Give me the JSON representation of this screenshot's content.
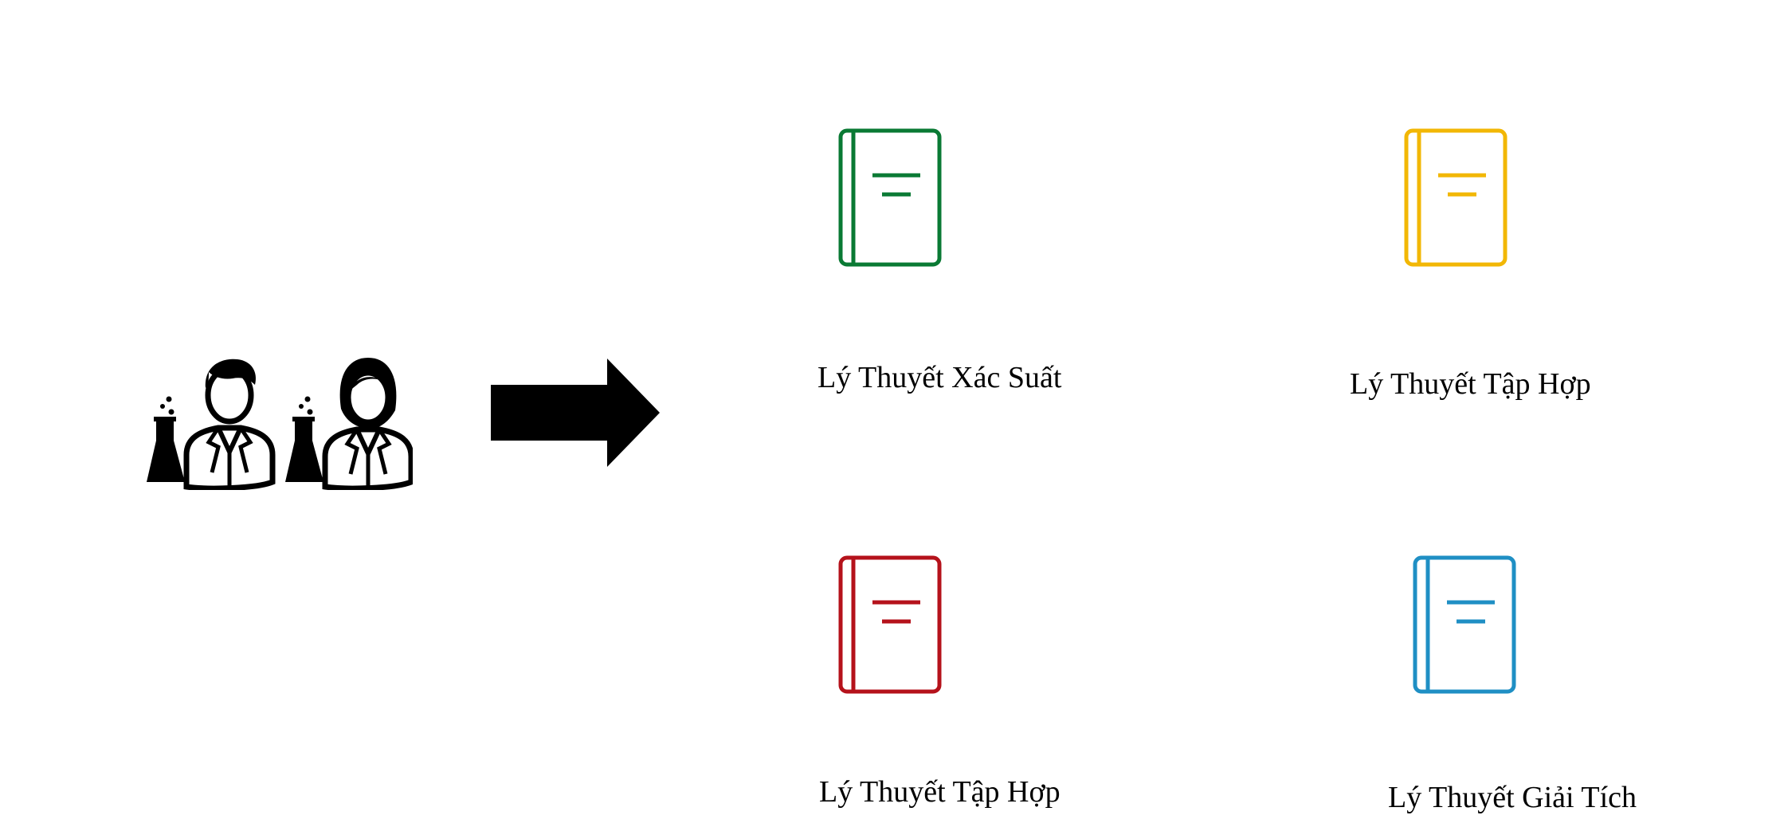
{
  "icons": {
    "scientists": "scientists-icon",
    "arrow": "right-arrow-icon",
    "book": "book-icon"
  },
  "books": [
    {
      "label": "Lý Thuyết Xác Suất",
      "color": "#0a7a34"
    },
    {
      "label": "Lý Thuyết Tập Hợp",
      "color": "#f2b705"
    },
    {
      "label": "Lý Thuyết Tập Hợp",
      "color": "#b5121b"
    },
    {
      "label": "Lý Thuyết Giải Tích",
      "color": "#1f8fc4"
    }
  ]
}
